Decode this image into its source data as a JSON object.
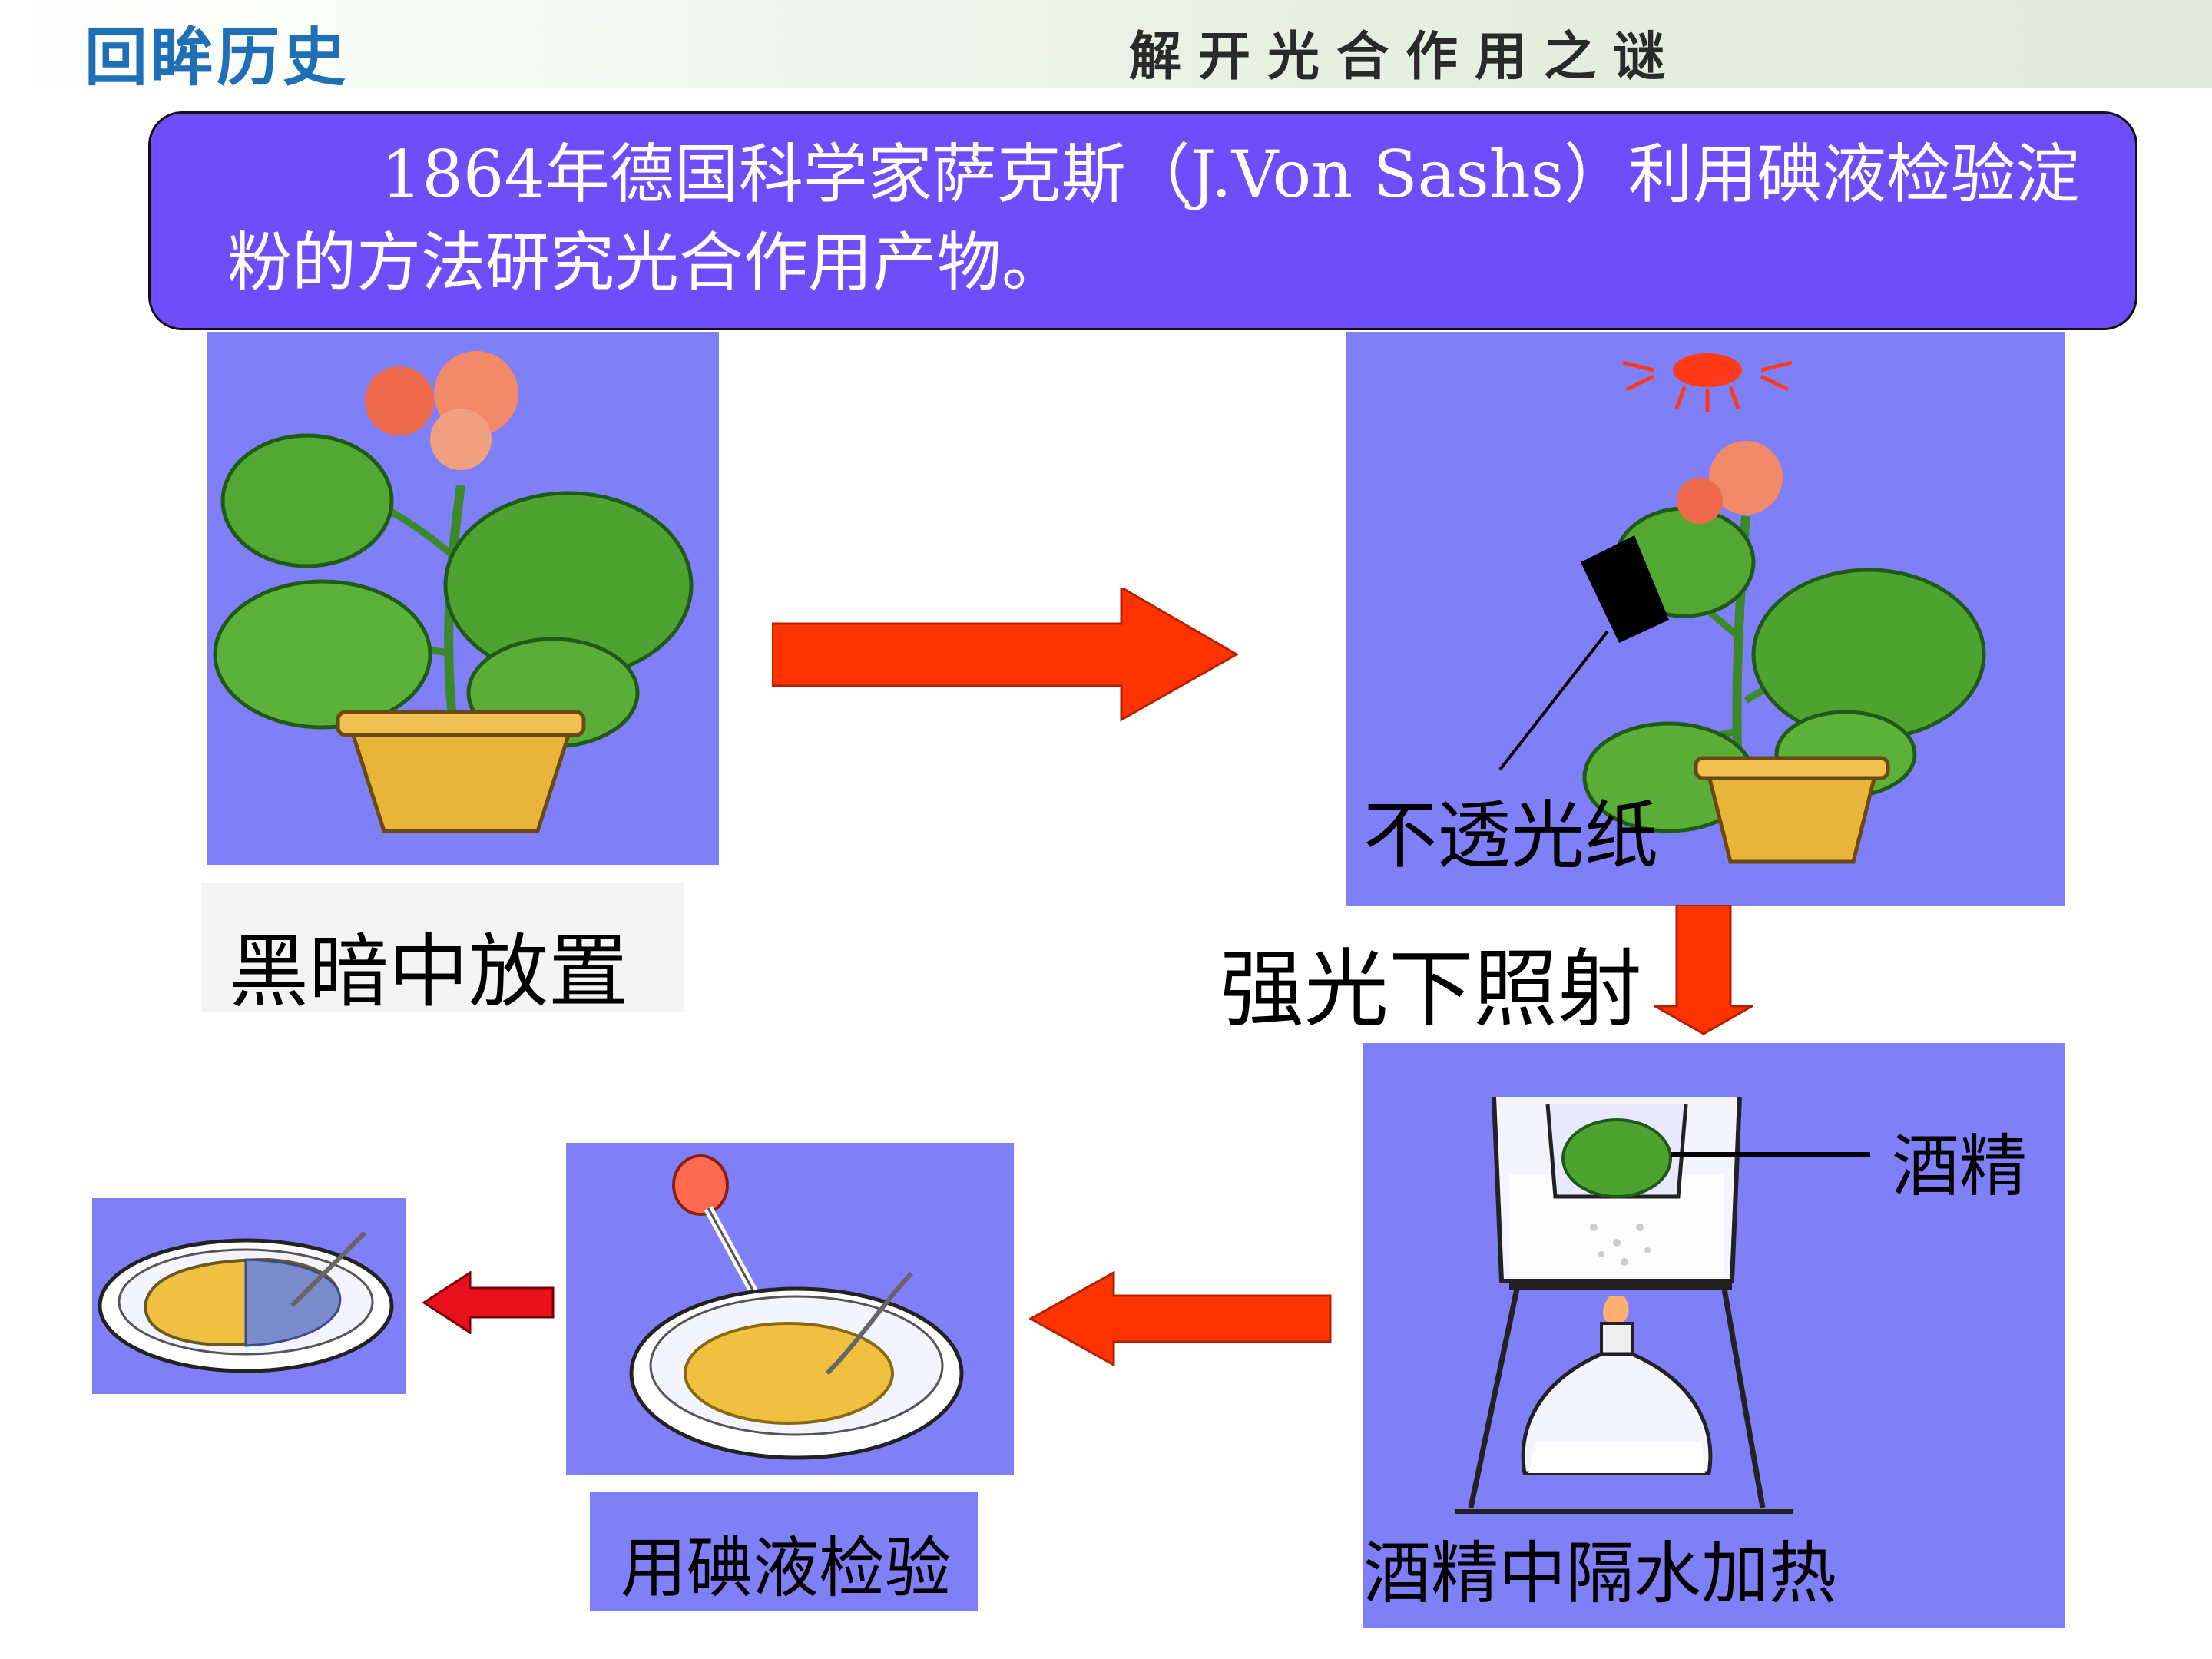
{
  "header": {
    "brand": "回眸历史",
    "title": "解开光合作用之谜"
  },
  "intro": {
    "text": "1864年德国科学家萨克斯（J.Von Sashs）利用碘液检验淀粉的方法研究光合作用产物。"
  },
  "steps": {
    "dark": "黑暗中放置",
    "opaque_paper": "不透光纸",
    "strong_light": "强光下照射",
    "alcohol": "酒精",
    "water_bath": "酒精中隔水加热",
    "iodine_test": "用碘液检验"
  },
  "colors": {
    "panel": "#7f7ff7",
    "intro_box": "#6e4dfa",
    "arrow": "#ff3300",
    "brand": "#1e6fb5"
  },
  "icons": [
    "plant-pot-icon",
    "sun-icon",
    "beaker-icon",
    "alcohol-lamp-icon",
    "dropper-icon",
    "petri-dish-icon"
  ]
}
